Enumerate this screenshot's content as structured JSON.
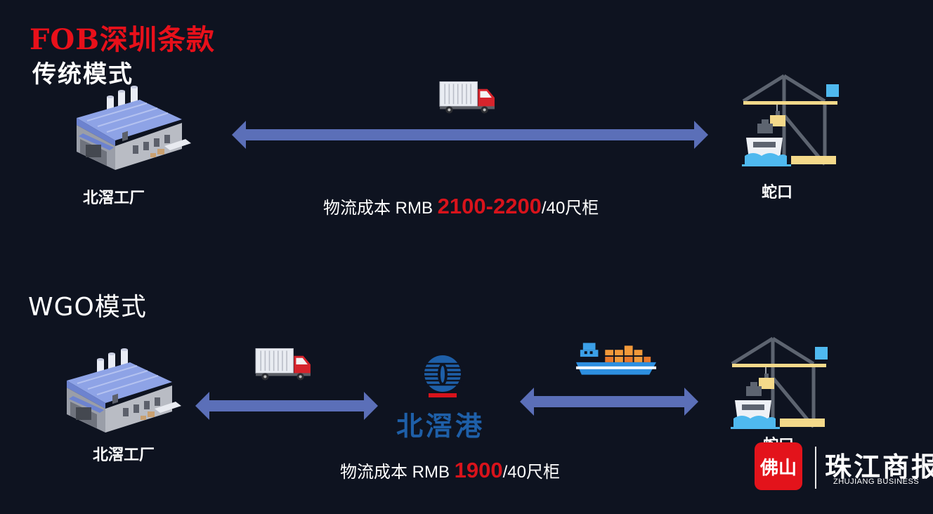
{
  "titles": {
    "fob": "FOB深圳条款",
    "traditional": "传统模式",
    "wgo": "WGO模式"
  },
  "traditional_flow": {
    "factory_label": "北滘工厂",
    "port_label": "蛇口",
    "cost_prefix": "物流成本 RMB ",
    "cost_value": "2100-2200",
    "cost_suffix": "/40尺柜"
  },
  "wgo_flow": {
    "factory_label": "北滘工厂",
    "hub_label": "北滘港",
    "port_label": "蛇口",
    "cost_prefix": "物流成本 RMB ",
    "cost_value": "1900",
    "cost_suffix": "/40尺柜"
  },
  "watermark": {
    "badge": "佛山",
    "name": "珠江商报",
    "english": "ZHUJIANG BUSINESS"
  },
  "colors": {
    "background": "#0e1320",
    "accent_red": "#e8101a",
    "arrow_blue": "#5b6fb8",
    "hub_blue": "#1e5fa8"
  },
  "icons": [
    "factory-icon",
    "truck-icon",
    "crane-port-icon",
    "cargo-ship-icon",
    "beijiao-port-logo-icon"
  ]
}
